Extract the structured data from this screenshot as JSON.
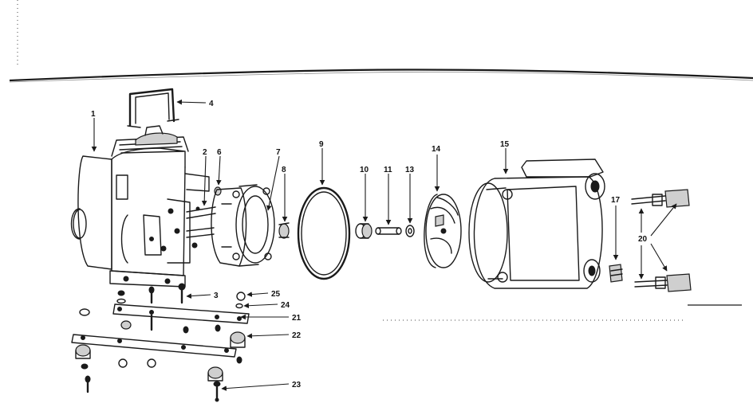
{
  "callouts": [
    {
      "id": "p1",
      "text": "1"
    },
    {
      "id": "p2",
      "text": "2"
    },
    {
      "id": "p3",
      "text": "3"
    },
    {
      "id": "p4",
      "text": "4"
    },
    {
      "id": "p6",
      "text": "6"
    },
    {
      "id": "p7",
      "text": "7"
    },
    {
      "id": "p8",
      "text": "8"
    },
    {
      "id": "p9",
      "text": "9"
    },
    {
      "id": "p10",
      "text": "10"
    },
    {
      "id": "p11",
      "text": "11"
    },
    {
      "id": "p13",
      "text": "13"
    },
    {
      "id": "p14",
      "text": "14"
    },
    {
      "id": "p15",
      "text": "15"
    },
    {
      "id": "p17",
      "text": "17"
    },
    {
      "id": "p20",
      "text": "20"
    },
    {
      "id": "p21",
      "text": "21"
    },
    {
      "id": "p22",
      "text": "22"
    },
    {
      "id": "p23",
      "text": "23"
    },
    {
      "id": "p24",
      "text": "24"
    },
    {
      "id": "p25",
      "text": "25"
    }
  ],
  "colors": {
    "ink": "#1a1a1a",
    "paper": "#ffffff"
  },
  "icons": [
    "arrowhead-icon"
  ]
}
